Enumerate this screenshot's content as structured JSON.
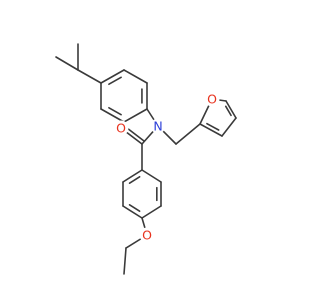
{
  "molecule": {
    "atoms": {
      "carbonyl_oxygen": {
        "symbol": "O",
        "color": "#e8321e"
      },
      "amide_nitrogen": {
        "symbol": "N",
        "color": "#2c3fd8"
      },
      "furan_oxygen": {
        "symbol": "O",
        "color": "#e8321e"
      },
      "ether_oxygen": {
        "symbol": "O",
        "color": "#e8321e"
      }
    },
    "bond_color": "#3a3a3a"
  }
}
